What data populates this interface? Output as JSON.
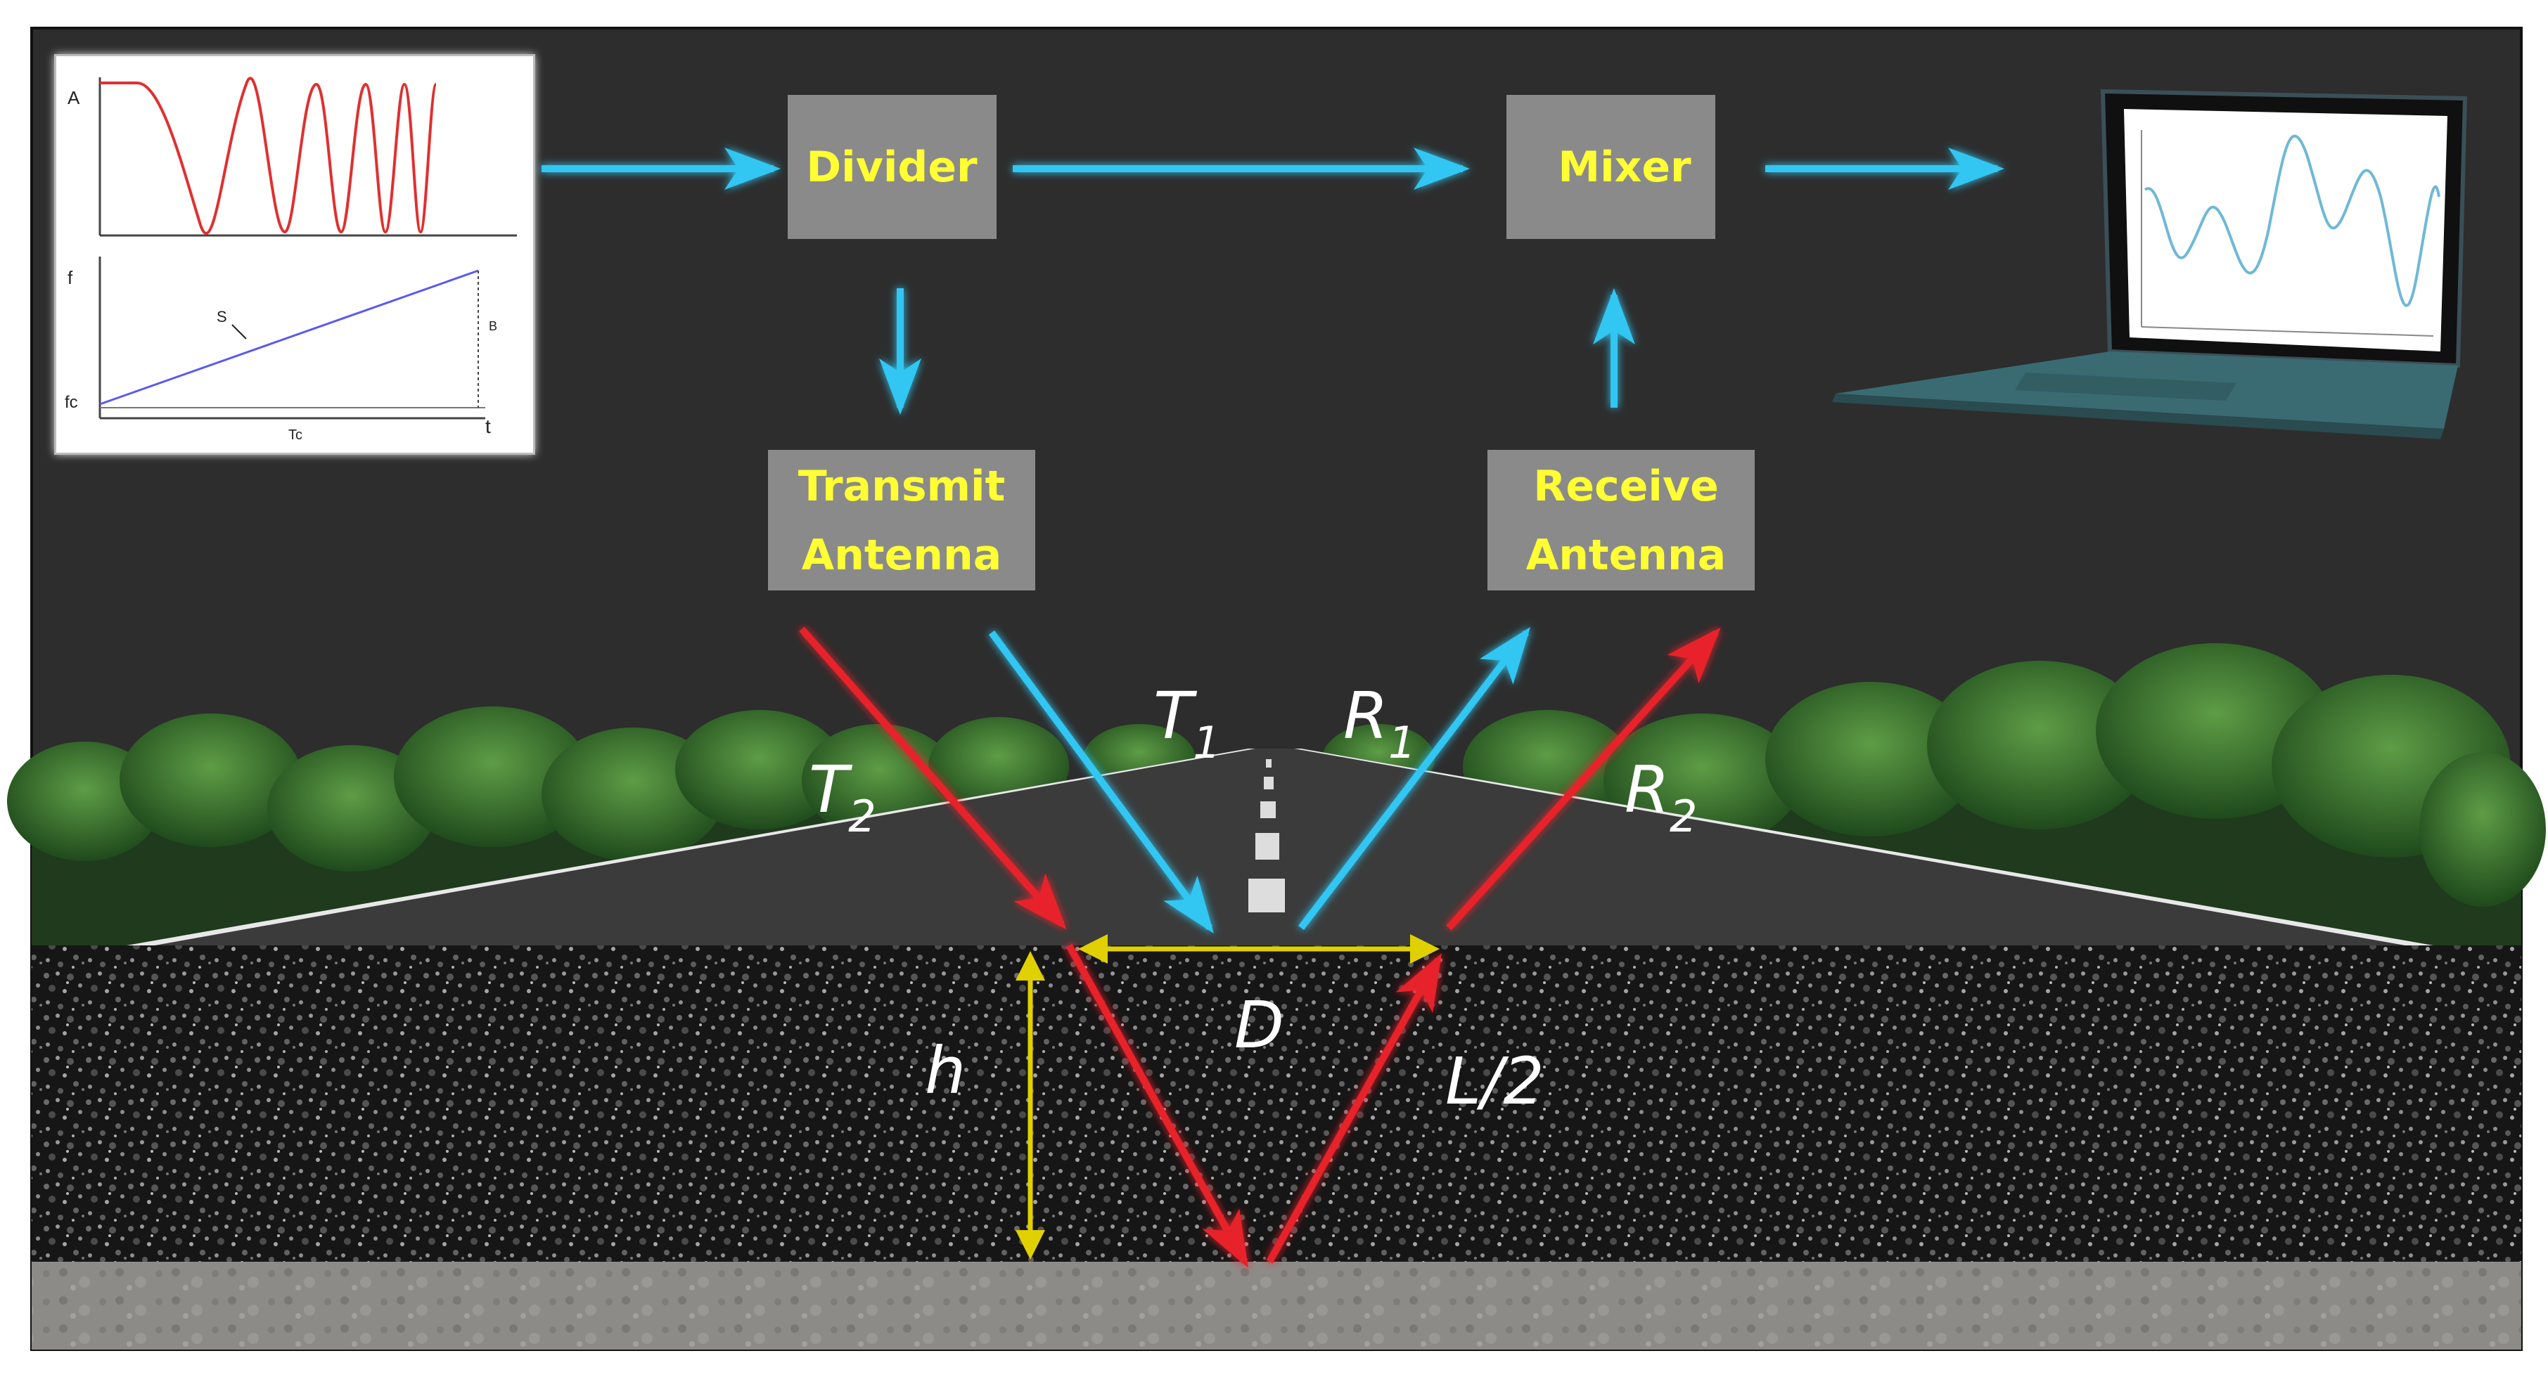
{
  "blocks": {
    "divider": "Divider",
    "mixer": "Mixer",
    "transmit_line1": "Transmit",
    "transmit_line2": "Antenna",
    "receive_line1": "Receive",
    "receive_line2": "Antenna"
  },
  "path_labels": {
    "t1": "T",
    "t1_sub": "1",
    "r1": "R",
    "r1_sub": "1",
    "t2": "T",
    "t2_sub": "2",
    "r2": "R",
    "r2_sub": "2",
    "d": "D",
    "h": "h",
    "l_half": "L/2"
  },
  "inset_plot": {
    "amp_axis": "A",
    "freq_axis": "f",
    "fc_label": "fc",
    "slope_label": "S",
    "bandwidth_label": "B",
    "tc_label": "Tc",
    "time_axis": "t"
  },
  "colors": {
    "signal_flow": "#33c6f2",
    "transmit_reflect": "#e8242a",
    "dimension": "#e0d000",
    "block_bg": "#8a8a8a",
    "block_text": "#ffff33",
    "sky": "#2d2d2d"
  }
}
